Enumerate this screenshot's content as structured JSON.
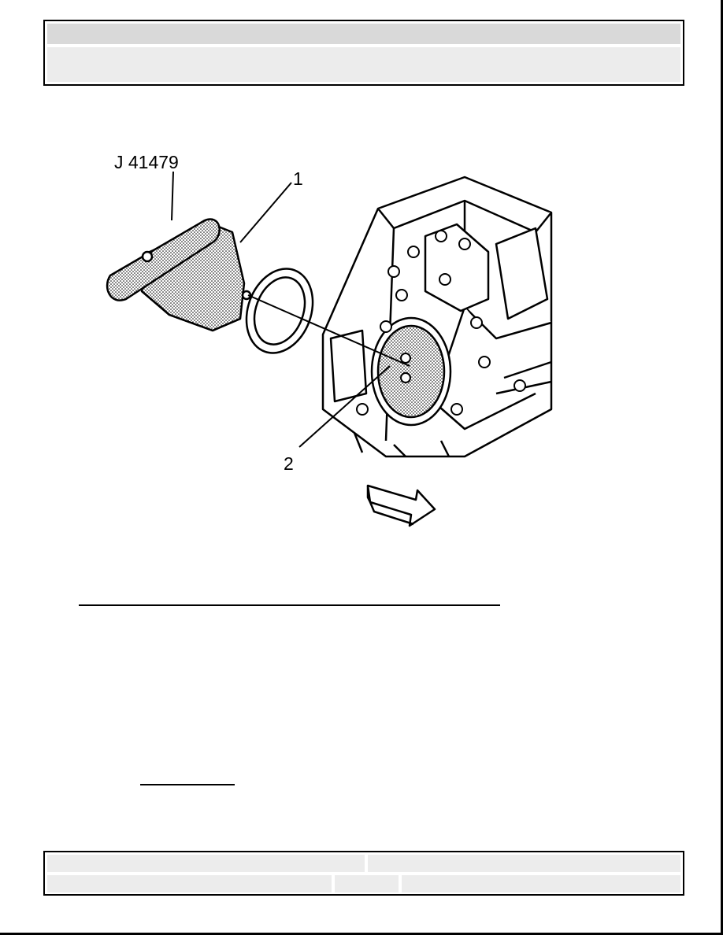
{
  "header": {
    "title": "",
    "subtitle": ""
  },
  "figure": {
    "tool_label": "J 41479",
    "callouts": [
      {
        "id": "1"
      },
      {
        "id": "2"
      }
    ]
  },
  "footer": {
    "left_top": "",
    "right_top": "",
    "left_bottom": "",
    "middle_bottom": "",
    "right_bottom": ""
  }
}
